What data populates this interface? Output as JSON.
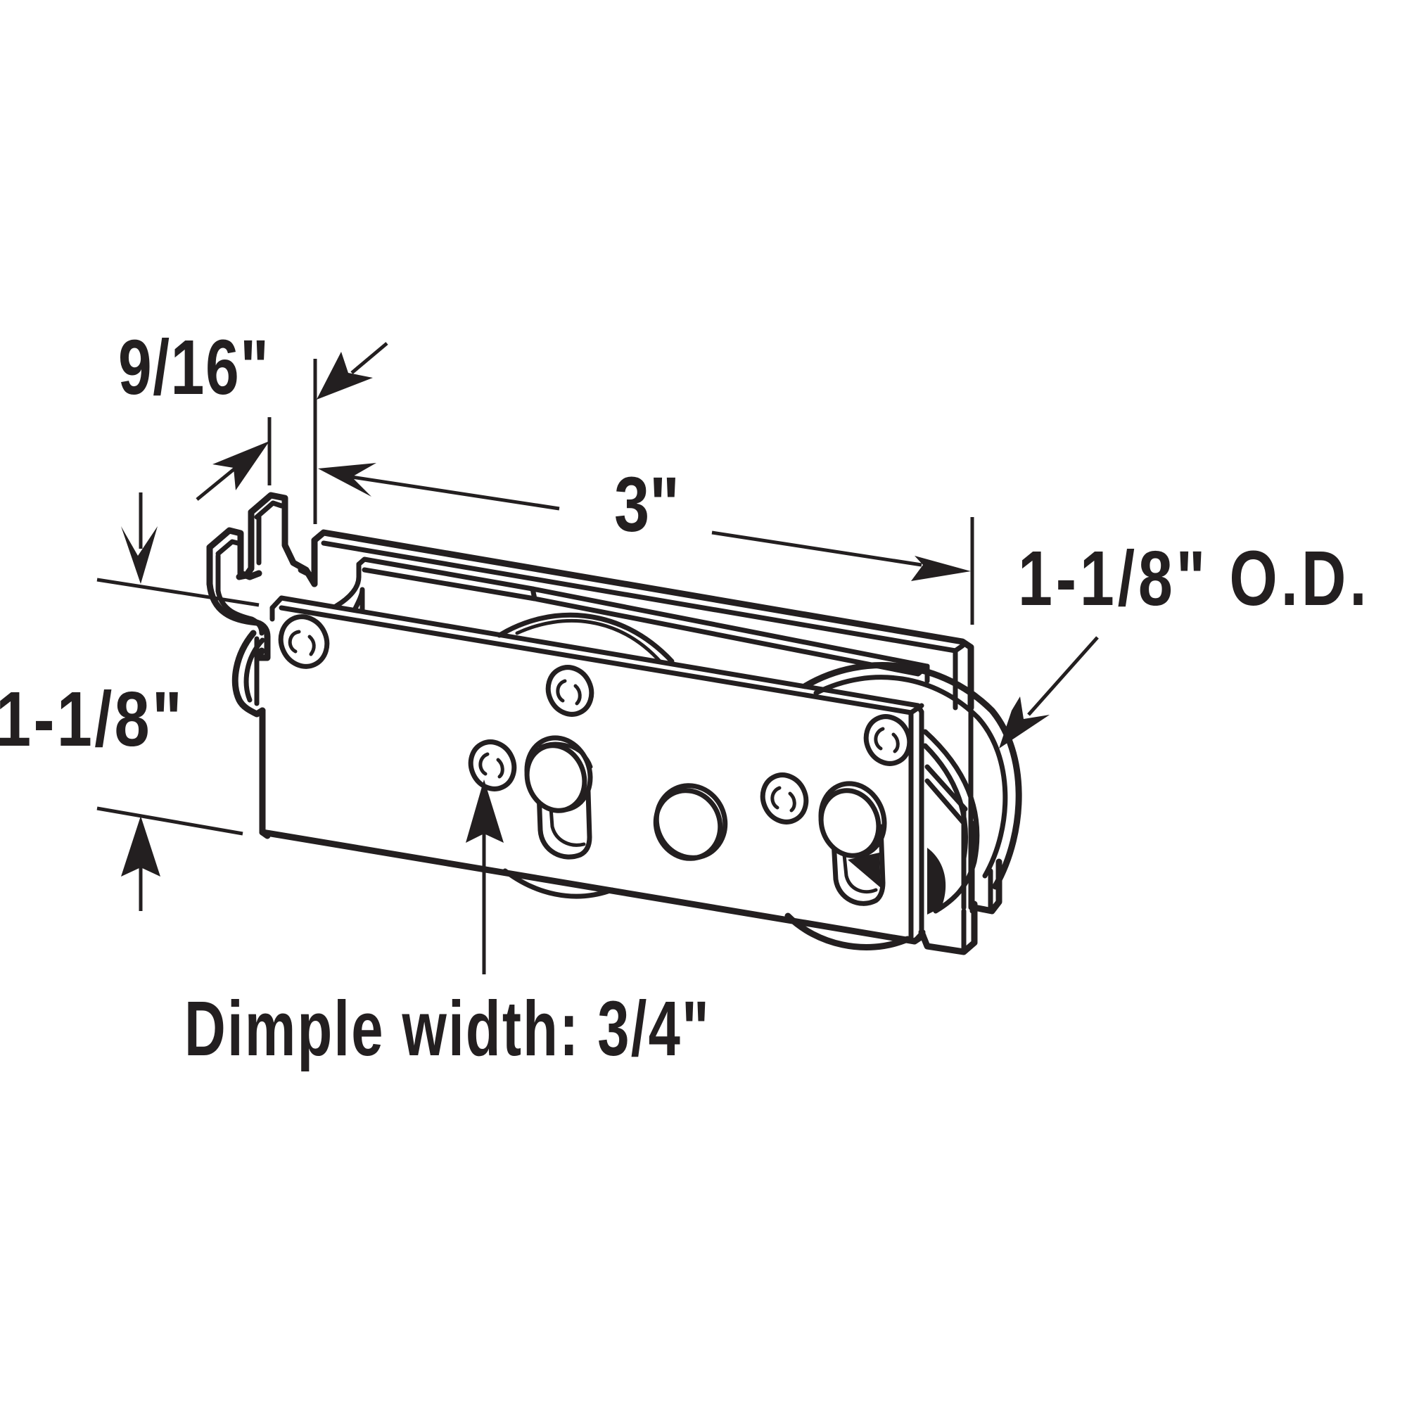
{
  "figure": {
    "type": "technical-line-drawing",
    "subject": "sliding door roller assembly",
    "colors": {
      "ink": "#231f20",
      "background": "#ffffff"
    }
  },
  "dimensions": {
    "flange_width": {
      "label": "9/16\""
    },
    "length": {
      "label": "3\""
    },
    "wheel_diameter": {
      "label": "1-1/8\" O.D."
    },
    "height": {
      "label": "1-1/8\""
    },
    "dimple_width": {
      "label": "Dimple width: 3/4\""
    }
  }
}
